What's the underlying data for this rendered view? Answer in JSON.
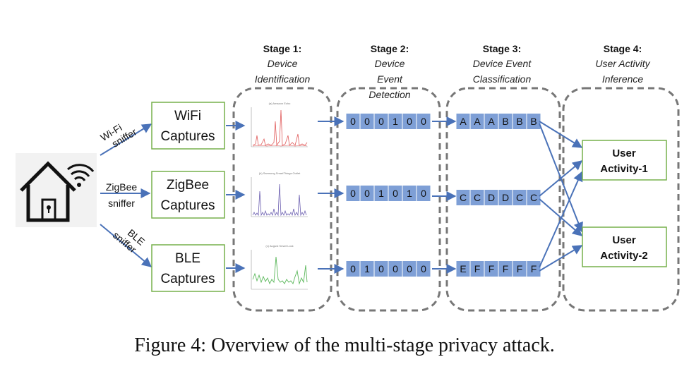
{
  "stages": [
    {
      "title": "Stage 1:",
      "subtitle": [
        "Device",
        "Identification"
      ]
    },
    {
      "title": "Stage 2:",
      "subtitle": [
        "Device",
        "Event",
        "Detection"
      ]
    },
    {
      "title": "Stage 3:",
      "subtitle": [
        "Device Event",
        "Classification"
      ]
    },
    {
      "title": "Stage 4:",
      "subtitle": [
        "User Activity",
        "Inference"
      ]
    }
  ],
  "sniffers": [
    {
      "label_lines": [
        "Wi-Fi",
        "sniffer"
      ]
    },
    {
      "label_lines": [
        "ZigBee",
        "sniffer"
      ]
    },
    {
      "label_lines": [
        "BLE",
        "sniffer"
      ]
    }
  ],
  "captures": [
    {
      "lines": [
        "WiFi",
        "Captures"
      ]
    },
    {
      "lines": [
        "ZigBee",
        "Captures"
      ]
    },
    {
      "lines": [
        "BLE",
        "Captures"
      ]
    }
  ],
  "plots": [
    {
      "title": "(a) Amazon Echo",
      "color": "#e05a5a"
    },
    {
      "title": "(b) Samsung SmartThings Outlet",
      "color": "#6c5fb0"
    },
    {
      "title": "(c) August Smart Lock",
      "color": "#5cb85c"
    }
  ],
  "event_detection": [
    [
      "0",
      "0",
      "0",
      "1",
      "0",
      "0"
    ],
    [
      "0",
      "0",
      "1",
      "0",
      "1",
      "0"
    ],
    [
      "0",
      "1",
      "0",
      "0",
      "0",
      "0"
    ]
  ],
  "event_classification": [
    [
      "A",
      "A",
      "A",
      "B",
      "B",
      "B"
    ],
    [
      "C",
      "C",
      "D",
      "D",
      "C",
      "C"
    ],
    [
      "E",
      "F",
      "F",
      "F",
      "F",
      "F"
    ]
  ],
  "activities": [
    {
      "lines": [
        "User",
        "Activity-1"
      ]
    },
    {
      "lines": [
        "User",
        "Activity-2"
      ]
    }
  ],
  "caption": "Figure 4: Overview of the multi-stage privacy attack.",
  "colors": {
    "arrow": "#4a72b8",
    "box_border": "#77b04c",
    "cell_fill": "#7e9fd6",
    "dash": "#777777"
  },
  "icons": {
    "home": "house-wifi-icon"
  }
}
